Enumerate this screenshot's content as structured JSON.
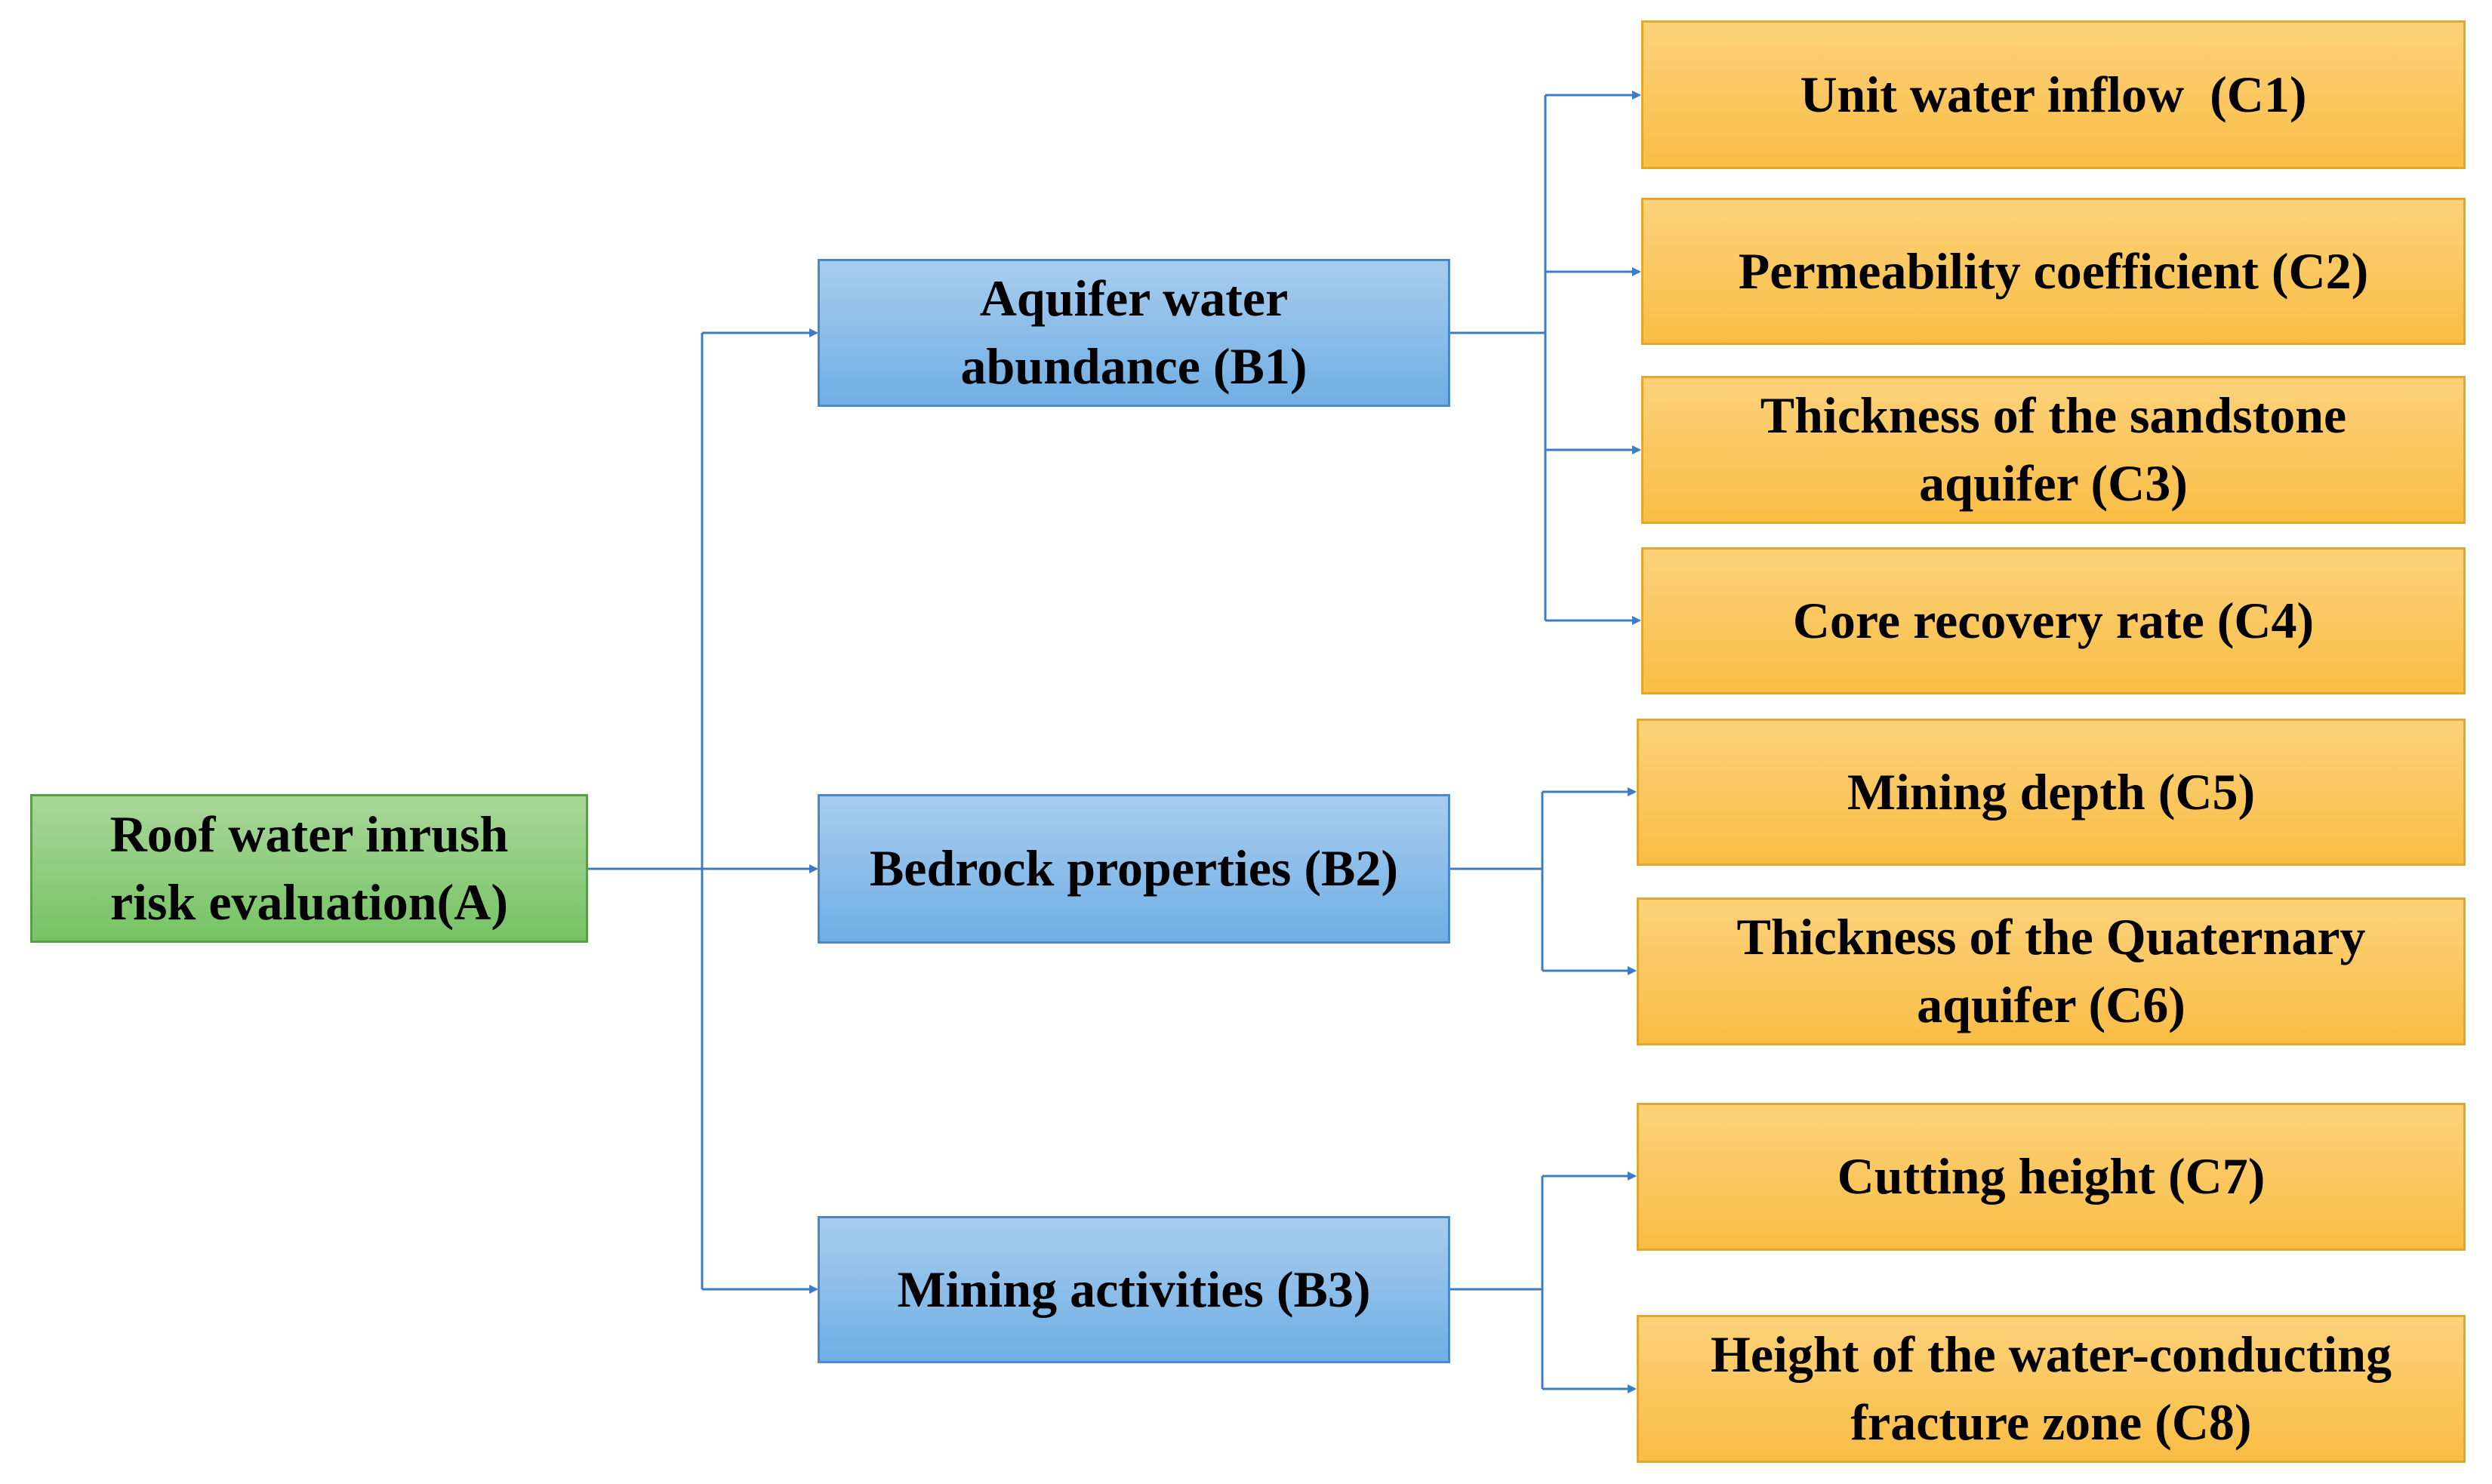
{
  "root": {
    "label_1": "Roof water inrush",
    "label_2": "risk evaluation(A)"
  },
  "criteria": {
    "b1": {
      "label_1": "Aquifer water",
      "label_2": "abundance (B1)"
    },
    "b2": {
      "label": "Bedrock properties (B2)"
    },
    "b3": {
      "label": "Mining activities (B3)"
    }
  },
  "indicators": {
    "c1": {
      "label": "Unit water inflow  (C1)"
    },
    "c2": {
      "label": "Permeability coefficient (C2)"
    },
    "c3": {
      "label_1": "Thickness of the sandstone",
      "label_2": "aquifer (C3)"
    },
    "c4": {
      "label": "Core recovery rate (C4)"
    },
    "c5": {
      "label": "Mining depth (C5)"
    },
    "c6": {
      "label_1": "Thickness of the Quaternary",
      "label_2": "aquifer (C6)"
    },
    "c7": {
      "label": "Cutting height (C7)"
    },
    "c8": {
      "label_1": "Height of the water-conducting",
      "label_2": "fracture zone (C8)"
    }
  },
  "colors": {
    "connector": "#3c7cc4",
    "root_fill": "#8fcd7e",
    "criteria_fill": "#8fc0ea",
    "indicator_fill": "#fbc85c"
  }
}
